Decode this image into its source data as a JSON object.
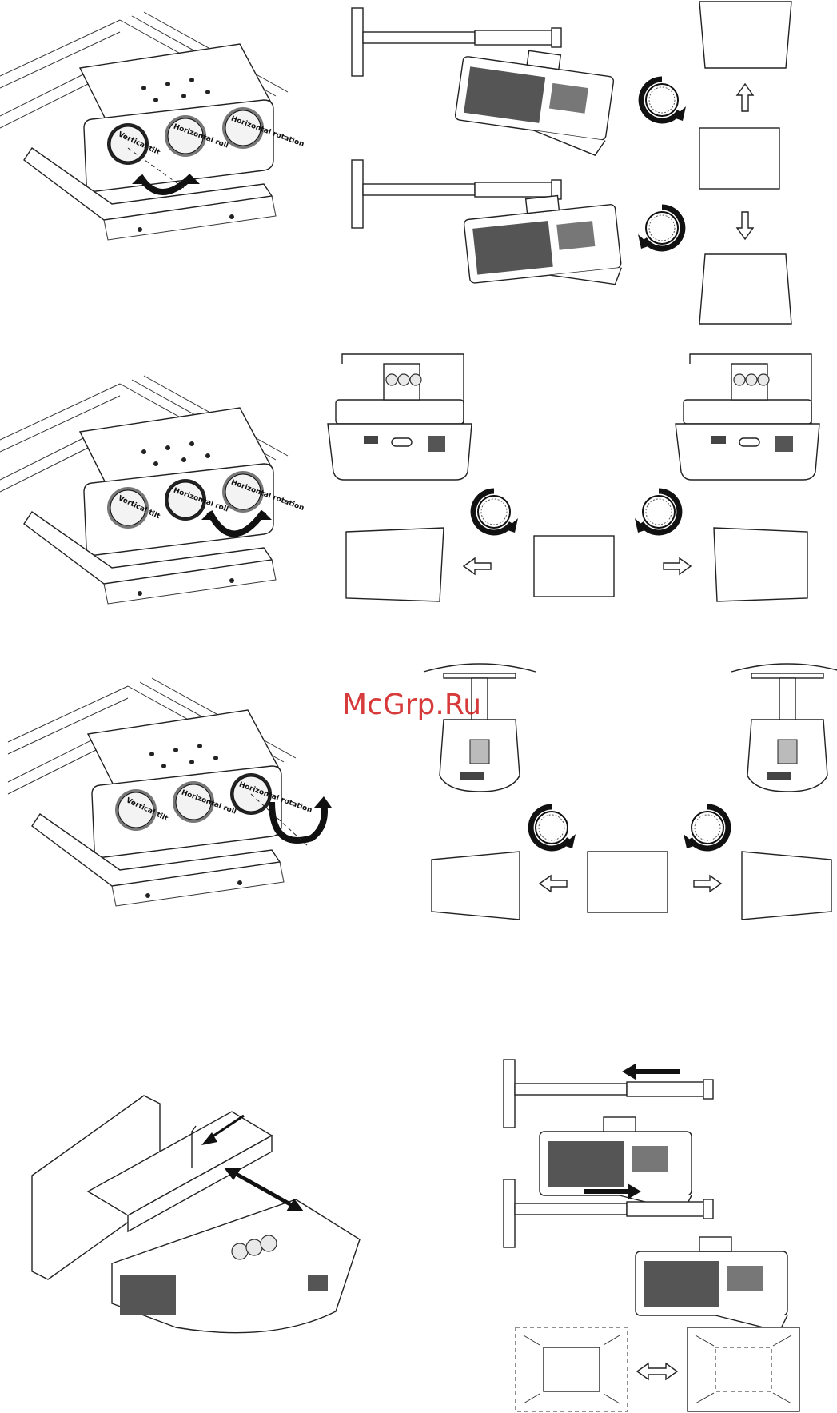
{
  "watermark": "McGrp.Ru",
  "knob_labels": {
    "vertical": "Vertical tilt",
    "horizontal": "Horizontal roll",
    "rotation": "Horizontal rotation"
  },
  "colors": {
    "watermark": "#d01818",
    "line": "#222222"
  }
}
